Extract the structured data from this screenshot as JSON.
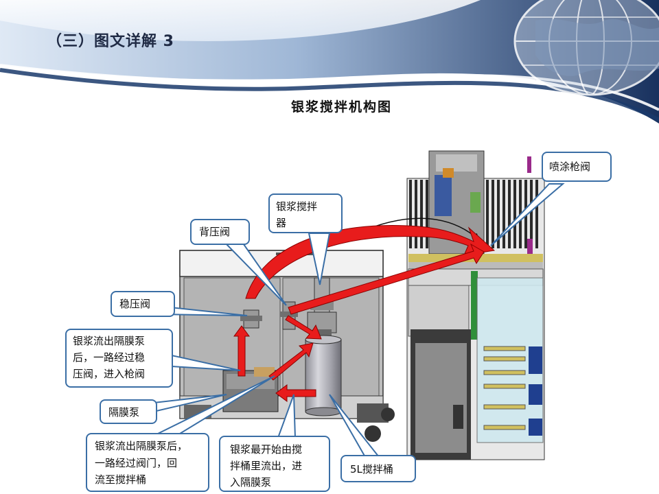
{
  "slide": {
    "title": "（三）图文详解 3",
    "diagram_title": "银浆搅拌机构图"
  },
  "callouts": {
    "spray_gun_valve": "喷涂枪阀",
    "stirrer": [
      "银浆搅拌",
      "器"
    ],
    "back_pressure_valve": "背压阀",
    "pressure_regulator": "稳压阀",
    "flow_to_gun": [
      "银浆流出隔膜泵",
      "后，一路经过稳",
      "压阀，进入枪阀"
    ],
    "diaphragm_pump": "隔膜泵",
    "flow_back": [
      "银浆流出隔膜泵后，",
      "一路经过阀门，回",
      "流至搅拌桶"
    ],
    "initial_flow": [
      "银浆最开始由搅",
      "拌桶里流出，进",
      "入隔膜泵"
    ],
    "tank_5l": "5L搅拌桶"
  },
  "colors": {
    "callout_border": "#3a6ea5",
    "arrow_red": "#e81c1c",
    "header_navy": "#1a3a6b"
  }
}
